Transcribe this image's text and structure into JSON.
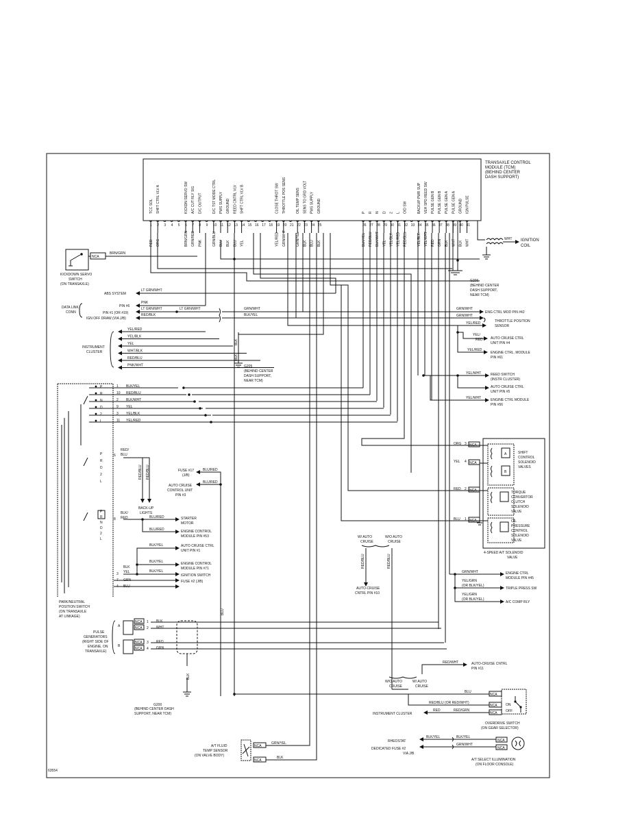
{
  "figure_id": "63554",
  "tcm": {
    "title": [
      "TRANSAXLE CONTROL",
      "MODULE (TCM)",
      "(BEHIND CENTER",
      "DASH SUPPORT)"
    ],
    "pins_left": [
      {
        "n": "1",
        "fn": "TCC SOL",
        "wire": "RED"
      },
      {
        "n": "2",
        "fn": "SHFT CTRL VLV A",
        "wire": "ORG"
      },
      {
        "n": "3",
        "fn": "",
        "wire": ""
      },
      {
        "n": "4",
        "fn": "",
        "wire": ""
      },
      {
        "n": "5",
        "fn": "",
        "wire": ""
      },
      {
        "n": "6",
        "fn": "KICKDN SERVO SW",
        "wire": "BRN/GRN"
      },
      {
        "n": "7",
        "fn": "A/C CUT RLY SIG",
        "wire": "GRN/RED"
      },
      {
        "n": "8",
        "fn": "D/C OUTPUT",
        "wire": "PNK"
      },
      {
        "n": "9",
        "fn": "",
        "wire": ""
      },
      {
        "n": "10",
        "fn": "D/C TST MODE CTRL",
        "wire": "GRN/BLU"
      },
      {
        "n": "11",
        "fn": "PWS SUPPLY",
        "wire": "BLU"
      },
      {
        "n": "12",
        "fn": "GROUND",
        "wire": "BLK"
      },
      {
        "n": "13",
        "fn": "REED CNTRL VLV",
        "wire": "BLU"
      },
      {
        "n": "14",
        "fn": "SHFT CTRL VLV B",
        "wire": "YEL"
      },
      {
        "n": "15",
        "fn": "",
        "wire": ""
      },
      {
        "n": "16",
        "fn": "",
        "wire": ""
      },
      {
        "n": "17",
        "fn": "",
        "wire": ""
      },
      {
        "n": "18",
        "fn": "",
        "wire": ""
      },
      {
        "n": "19",
        "fn": "CLOSE THROT SW",
        "wire": "YEL/RED"
      },
      {
        "n": "20",
        "fn": "THROTTLE POS SENS",
        "wire": "GRN/WHT"
      },
      {
        "n": "21",
        "fn": "",
        "wire": ""
      },
      {
        "n": "22",
        "fn": "OIL TEMP SENS",
        "wire": "GRN/YEL"
      },
      {
        "n": "23",
        "fn": "SENS TO GRD VOLT",
        "wire": "BLK"
      },
      {
        "n": "24",
        "fn": "PWS SUPPLY",
        "wire": "BLU"
      },
      {
        "n": "25",
        "fn": "GROUND",
        "wire": "BLK"
      }
    ],
    "pins_right": [
      {
        "n": "26",
        "fn": "P",
        "wire": "BLK/YEL"
      },
      {
        "n": "27",
        "fn": "R",
        "wire": "RED/BLU"
      },
      {
        "n": "28",
        "fn": "N",
        "wire": "BLK/WHT"
      },
      {
        "n": "29",
        "fn": "D",
        "wire": "YEL"
      },
      {
        "n": "30",
        "fn": "2",
        "wire": "YEL/BLK"
      },
      {
        "n": "31",
        "fn": "L",
        "wire": "YEL/RED"
      },
      {
        "n": "32",
        "fn": "O/D SW",
        "wire": "RED/BLU"
      },
      {
        "n": "33",
        "fn": "",
        "wire": ""
      },
      {
        "n": "34",
        "fn": "BACKUP PWR SUP",
        "wire": "YEL/BLK"
      },
      {
        "n": "35",
        "fn": "VEH SPD REED SW",
        "wire": "YEL/WHT"
      },
      {
        "n": "36",
        "fn": "PULSE GEN B",
        "wire": "RED"
      },
      {
        "n": "37",
        "fn": "PULSE GEN B",
        "wire": "GRN"
      },
      {
        "n": "38",
        "fn": "PULSE GEN A",
        "wire": "BLK"
      },
      {
        "n": "39",
        "fn": "PULSE GEN A",
        "wire": "WHT"
      },
      {
        "n": "40",
        "fn": "GROUND",
        "wire": "BLK"
      },
      {
        "n": "41",
        "fn": "IGN PULSE",
        "wire": "WHT"
      }
    ]
  },
  "labels": {
    "ignition_coil": [
      "IGNITION",
      "COIL"
    ],
    "wht": "WHT",
    "kickdown": [
      "KICKDOWN SERVO",
      "SWITCH",
      "(ON TRANSAXLE)"
    ],
    "nca": "NCA",
    "brn_grn": "BRN/GRN",
    "g206": [
      "G206",
      "(BEHIND CENTER",
      "DASH SUPPORT,",
      "NEAR TCM)"
    ],
    "g205": [
      "G205",
      "(BEHIND CENTER",
      "DASH SUPPORT,",
      "NEAR TCM)"
    ],
    "g200": [
      "G200",
      "(BEHIND CENTER DASH",
      "SUPPORT, NEAR TCM)"
    ],
    "abs_system": "ABS SYSTEM",
    "lt_grn_wht": "LT GRN/WHT",
    "dlc": [
      "DATA LINK",
      "CONN"
    ],
    "pin6": "PIN #6",
    "pin1": "PIN #1 (OR #19)",
    "ign_off": "IGN OFF DRAW (VIA J/B)",
    "pnk": "PNK",
    "red_blk": "RED/BLK",
    "grn_wht": "GRN/WHT",
    "blk_yel": "BLK/YEL",
    "eng_ctrl_42": "ENG CTRL MOD PIN #42",
    "tps": [
      "THROTTLE POSITION",
      "SENSOR"
    ],
    "yel_red": "YEL/RED",
    "yel_slash": "YEL/",
    "red": "RED",
    "auto_cruise_4": [
      "AUTO CRUISE CTRL",
      "UNIT PIN #4"
    ],
    "ecm_61": [
      "ENGINE CTRL. MODULE",
      "PIN #61"
    ],
    "instrument_cluster": [
      "INSTRUMENT",
      "CLUSTER"
    ],
    "cluster_wires": [
      "YEL/RED",
      "YEL/BLK",
      "YEL",
      "WHT/BLK",
      "RED/BLU",
      "PNK/WHT"
    ],
    "blk_wht": "BLK/WHT",
    "blk_yel2": "BLK/YEL",
    "blk": "BLK",
    "reed_switch": [
      "REED SWITCH",
      "(INSTR CLUSTER)"
    ],
    "yel_wht": "YEL/WHT",
    "auto_cruise_5": [
      "AUTO CRUISE CTRL",
      "UNIT PIN #5"
    ],
    "ecm_56": [
      "ENGINE CTRL MODULE",
      "PIN #56"
    ],
    "range_rows": [
      {
        "n": "1",
        "wire": "BLK/YEL"
      },
      {
        "n": "10",
        "wire": "RED/BLU"
      },
      {
        "n": "2",
        "wire": "BLK/WHT"
      },
      {
        "n": "9",
        "wire": "YEL"
      },
      {
        "n": "3",
        "wire": "YEL/BLK"
      },
      {
        "n": "11",
        "wire": "YEL/RED"
      }
    ],
    "pos_letters": [
      "P",
      "R",
      "N",
      "D",
      "2",
      "L"
    ],
    "red_blu_6": "6",
    "red_slash": "RED/",
    "blu": "BLU",
    "red_blu": "RED/BLU",
    "backup_lights": [
      "BACK-UP",
      "LIGHTS"
    ],
    "fuse17": [
      "FUSE #17",
      "(J/B)"
    ],
    "blu_red": "BLU/RED",
    "auto_cruise_3": [
      "AUTO CRUISE",
      "CONTROL UNIT",
      "PIN #3"
    ],
    "blk_slash": "BLK/",
    "pin8": "8",
    "starter": [
      "STARTER",
      "MOTOR"
    ],
    "ecm_53": [
      "ENGINE CONTROL",
      "MODULE PIN #53"
    ],
    "auto_cruise_31": [
      "AUTO CRUISE CTRL",
      "UNIT PIN #1"
    ],
    "ecm_71": [
      "ENGINE CONTROL",
      "MODULE PIN #71"
    ],
    "ign_switch": "IGNITION SWITCH",
    "fuse2": "FUSE #2 (J/B)",
    "yel": "YEL",
    "grn": "GRN",
    "park_neutral": [
      "PARK/NEUTRAL",
      "POSITION SWITCH",
      "(ON TRANSAXLE",
      "AT LINKAGE)"
    ],
    "solenoid_box": [
      "4-SPEED A/T SOLENOID",
      "VALVE"
    ],
    "shift_sol": [
      "SHIFT",
      "CONTROL",
      "SOLENOID",
      "VALVES"
    ],
    "tcc_sol": [
      "TORQUE",
      "CONVERTOR",
      "CLUTCH",
      "SOLENOID",
      "VALVE"
    ],
    "oil_sol": [
      "OIL",
      "PRESSURE",
      "CONTROL",
      "SOLENOID",
      "VALVE"
    ],
    "org": "ORG",
    "wo_cruise": [
      "W/O AUTO",
      "CRUISE"
    ],
    "w_cruise": [
      "W/ AUTO",
      "CRUISE"
    ],
    "red_blu_v": "RED/BLU",
    "auto_cruise_10": [
      "AUTO-CRUISE",
      "CNTRL PIN #10"
    ],
    "ecm_45": [
      "ENGINE CTRL",
      "MODULE PIN #45"
    ],
    "yel_grn": "YEL/GRN",
    "or_blk_yel": "(OR BLK/YEL)",
    "triple_press": "TRIPLE PRESS SW",
    "ac_comp": "A/C COMP RLY",
    "pulse_gen": [
      "PULSE",
      "GENERATORS",
      "(RIGHT SIDE OF",
      "ENGINE, ON",
      "TRANSAXLE)"
    ],
    "pg_rows": [
      {
        "n": "1",
        "wire": "BLK"
      },
      {
        "n": "2",
        "wire": "WHT"
      },
      {
        "n": "3",
        "wire": "RED"
      },
      {
        "n": "4",
        "wire": "GRN"
      }
    ],
    "pg_a": "A",
    "pg_b": "B",
    "red_wht": "RED/WHT",
    "auto_cruise_11": [
      "AUTO-CRUISE CNTRL",
      "PIN #11"
    ],
    "overdrive_sw": [
      "OVERDRIVE SWITCH",
      "(ON GEAR SELECTOR)"
    ],
    "on": "ON",
    "off": "OFF",
    "red_blu_or": "RED/BLU (OR RED/WHT)",
    "red_grn": "RED/GRN",
    "instr_cluster2": "INSTRUMENT CLUSTER",
    "rheostat": "RHEOSTAT",
    "ded_fuse": [
      "DEDICATED FUSE #2",
      "VIA J/B"
    ],
    "grn_wht2": "GRN/WHT",
    "at_select": [
      "A/T SELECT ILLUMINATION",
      "(ON FLOOR CONSOLE)"
    ],
    "at_fluid": [
      "A/T FLUID",
      "TEMP SENSOR",
      "(ON VALVE BODY)"
    ],
    "grn_yel": "GRN/YEL"
  }
}
